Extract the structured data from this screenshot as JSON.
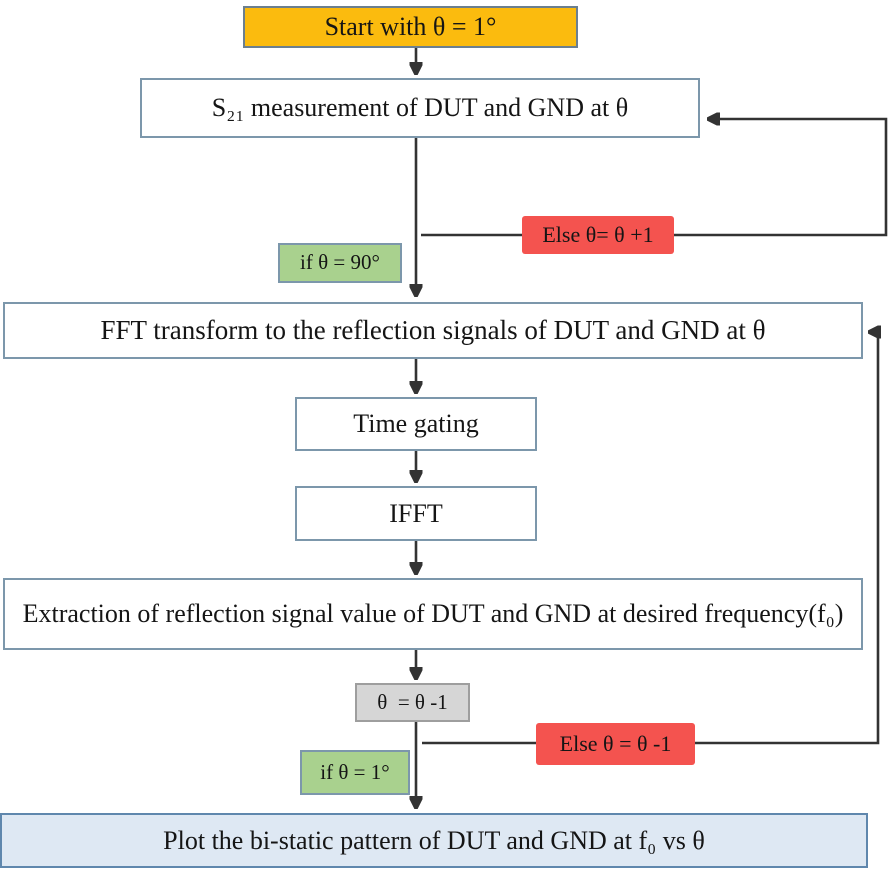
{
  "flowchart": {
    "nodes": {
      "start": {
        "label": "Start with θ = 1°"
      },
      "s21": {
        "label": "S₂₁ measurement of DUT and GND at θ"
      },
      "fft": {
        "label": "FFT transform to the reflection signals of DUT and GND at θ"
      },
      "time_gating": {
        "label": "Time gating"
      },
      "ifft": {
        "label": "IFFT"
      },
      "extraction": {
        "label": "Extraction of reflection signal value of DUT and GND at desired frequency(f₀)"
      },
      "decrement": {
        "label": "θ  = θ -1"
      },
      "plot": {
        "label": "Plot the bi-static pattern of DUT and GND at f₀ vs θ"
      }
    },
    "conditions": {
      "if_theta_90": {
        "label": "if θ = 90°"
      },
      "else_theta_plus1": {
        "label": "Else θ= θ +1"
      },
      "if_theta_1": {
        "label": "if θ = 1°"
      },
      "else_theta_minus1": {
        "label": "Else θ = θ -1"
      }
    },
    "colors": {
      "start_fill": "#FBBB0E",
      "start_border": "#6B7F8F",
      "box_border": "#7C97AB",
      "green_fill": "#A9D18E",
      "red_fill": "#F4534F",
      "gray_fill": "#D6D6D6",
      "gray_border": "#9E9E9E",
      "plot_fill": "#DEE8F3",
      "plot_border": "#5F87AD",
      "arrow_color": "#333333"
    }
  }
}
